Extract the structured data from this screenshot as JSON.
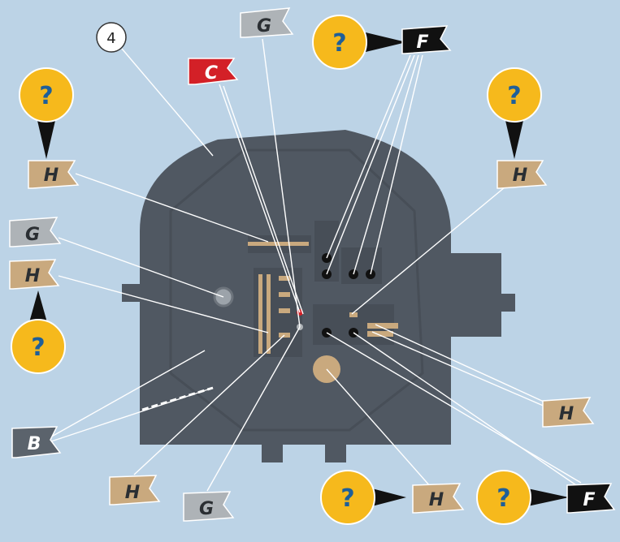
{
  "diagram": {
    "callout_number": "4",
    "unknown_marker": "?",
    "flags": {
      "c": "C",
      "g_top": "G",
      "f_top": "F",
      "h_left_top": "H",
      "h_right_top": "H",
      "g_left": "G",
      "h_left_mid": "H",
      "b": "B",
      "h_bottom_left": "H",
      "g_bottom": "G",
      "h_bottom_mid": "H",
      "f_bottom": "F",
      "h_right_mid": "H"
    },
    "colors": {
      "background": "#bcd3e6",
      "panel": "#505862",
      "panel_dark": "#474e57",
      "tan_flag": "#c9a97e",
      "grey_flag": "#aeb3b7",
      "dark_flag": "#5b636c",
      "red_flag": "#d32027",
      "black_flag": "#111111",
      "question_yellow": "#f6b91c",
      "question_text": "#1f5f99"
    }
  }
}
